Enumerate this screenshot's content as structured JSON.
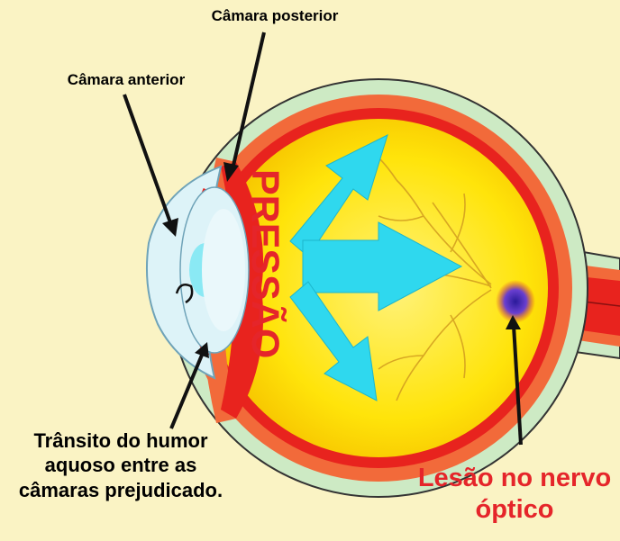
{
  "labels": {
    "posterior_chamber": "Câmara posterior",
    "anterior_chamber": "Câmara anterior",
    "aqueous_transit": "Trânsito do humor aquoso entre as câmaras prejudicado.",
    "optic_nerve_lesion": "Lesão no nervo óptico",
    "pressure": "PRESSÃO"
  },
  "colors": {
    "background": "#FAF3C4",
    "sclera_outer": "#CDEAC4",
    "choroid": "#F26A3A",
    "retina": "#E8231E",
    "vitreous": "#FFE500",
    "lens": "#DDF3F8",
    "arrow": "#2FD8EE",
    "lesion": "#4B2AA8",
    "label_red": "#E5252A"
  }
}
